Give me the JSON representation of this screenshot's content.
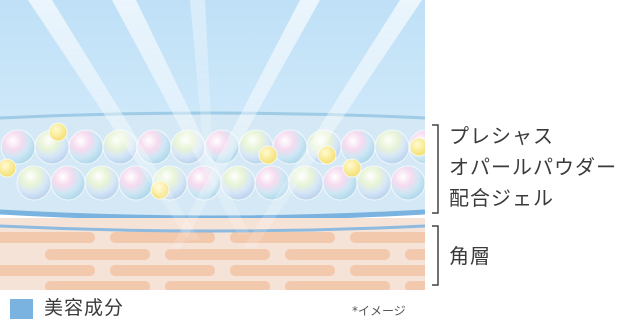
{
  "labels": {
    "gel_lines": [
      "プレシャス",
      "オパールパウダー",
      "配合ジェル"
    ],
    "stratum_corneum": "角層"
  },
  "legend": {
    "ingredient_label": "美容成分",
    "ingredient_color": "#7ab3e0"
  },
  "note": "*イメージ"
}
